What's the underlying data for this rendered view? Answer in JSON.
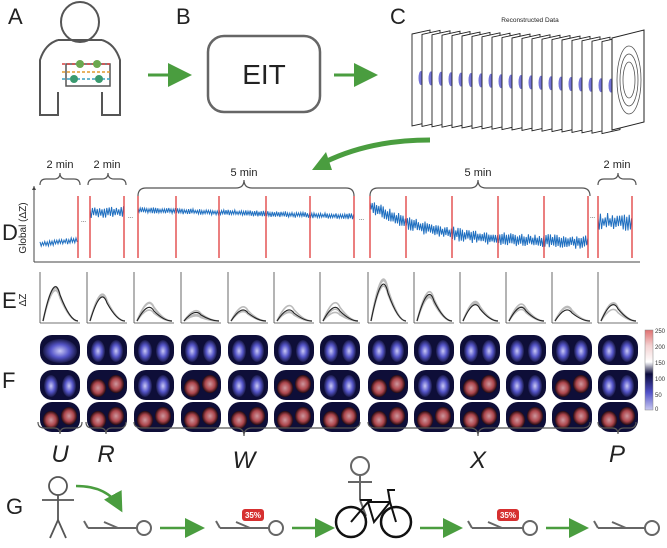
{
  "panel_letters": {
    "a": "A",
    "b": "B",
    "c": "C",
    "d": "D",
    "e": "E",
    "f": "F",
    "g": "G"
  },
  "eit_box_label": "EIT",
  "reconstructed_label": "Reconstructed Data",
  "durations": [
    "2 min",
    "2 min",
    "5 min",
    "5 min",
    "2 min"
  ],
  "d_ylabel": "Global (ΔZ)",
  "e_ylabel": "ΔZ",
  "segments": [
    "U",
    "R",
    "W",
    "X",
    "P"
  ],
  "colorbar": {
    "ticks": [
      "250",
      "200",
      "150",
      "100",
      "50",
      "0"
    ],
    "colors": [
      "#e07070",
      "#f4d3d3",
      "#ffffff",
      "#0a0a3a",
      "#5050c8",
      "#c8c8f0"
    ]
  },
  "badges": [
    "35%",
    "35%"
  ],
  "ellipsis": "..."
}
